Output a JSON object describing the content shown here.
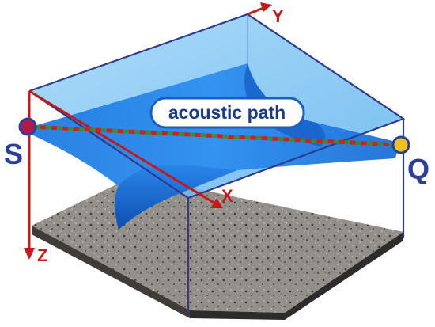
{
  "labels": {
    "axis_x": "X",
    "axis_y": "Y",
    "axis_z": "Z",
    "source": "S",
    "receiver": "Q",
    "callout": "acoustic path"
  },
  "colors": {
    "axis": "#c41a1a",
    "box_edge": "#2e3a8c",
    "water_light": "#62b8f0",
    "water_deep": "#1a74dc",
    "point_label": "#2c3e9c",
    "source_dot": "#b01a4a",
    "receiver_dot": "#f0c020",
    "path_red": "#d21e1e",
    "path_green": "#3a8a3a",
    "seabed": "#6e6b66"
  }
}
